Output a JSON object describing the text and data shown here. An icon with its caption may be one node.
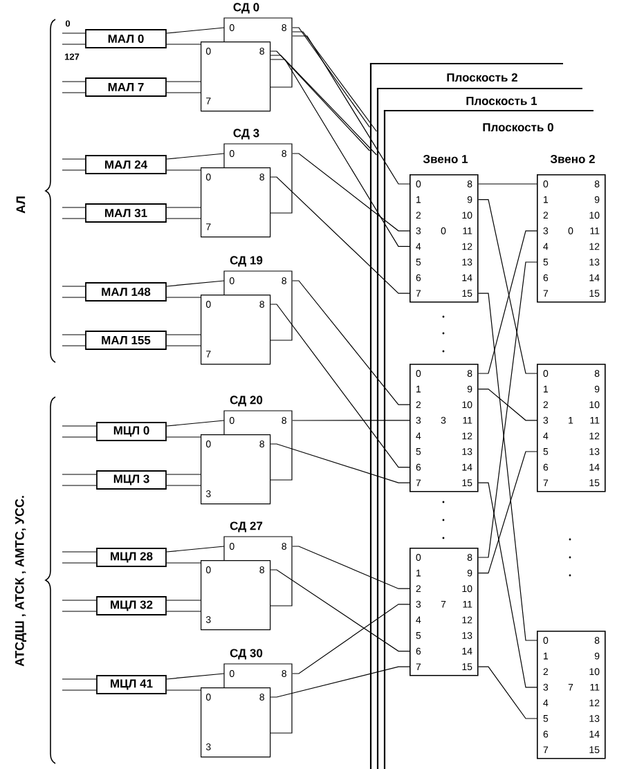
{
  "diagram": {
    "nodes": [
      {
        "text": [
          "МАЛ 0"
        ]
      },
      {
        "text": [
          "МАЛ 7"
        ]
      },
      {
        "text": [
          "СД 0",
          "0",
          "8"
        ]
      },
      {
        "text": [
          "0",
          "8",
          "7"
        ]
      },
      {
        "text": [
          "МАЛ 24"
        ]
      },
      {
        "text": [
          "МАЛ 31"
        ]
      },
      {
        "text": [
          "СД 3",
          "0",
          "8"
        ]
      },
      {
        "text": [
          "0",
          "8",
          "7"
        ]
      },
      {
        "text": [
          "МАЛ 148"
        ]
      },
      {
        "text": [
          "МАЛ 155"
        ]
      },
      {
        "text": [
          "СД 19",
          "0",
          "8"
        ]
      },
      {
        "text": [
          "0",
          "8",
          "7"
        ]
      },
      {
        "text": [
          "МЦЛ 0"
        ]
      },
      {
        "text": [
          "МЦЛ 3"
        ]
      },
      {
        "text": [
          "СД 20",
          "0",
          "8"
        ]
      },
      {
        "text": [
          "0",
          "8",
          "3"
        ]
      },
      {
        "text": [
          "МЦЛ 28"
        ]
      },
      {
        "text": [
          "МЦЛ 32"
        ]
      },
      {
        "text": [
          "СД 27",
          "0",
          "8"
        ]
      },
      {
        "text": [
          "0",
          "8",
          "3"
        ]
      },
      {
        "text": [
          "МЦЛ 41"
        ]
      },
      {
        "text": [
          "СД 30",
          "0",
          "8"
        ]
      },
      {
        "text": [
          "0",
          "8",
          "3"
        ]
      },
      {
        "text": [],
        "shape": "bar"
      },
      {
        "text": [],
        "shape": "bar"
      },
      {
        "text": [],
        "shape": "bar"
      },
      {
        "text": [
          "0",
          "1",
          "2",
          "3",
          "4",
          "5",
          "6",
          "7",
          "8",
          "9",
          "10",
          "11",
          "12",
          "13",
          "14",
          "15",
          "0"
        ]
      },
      {
        "text": [
          "0",
          "1",
          "2",
          "3",
          "4",
          "5",
          "6",
          "7",
          "8",
          "9",
          "10",
          "11",
          "12",
          "13",
          "14",
          "15",
          "0"
        ]
      },
      {
        "text": [
          "0",
          "1",
          "2",
          "3",
          "4",
          "5",
          "6",
          "7",
          "8",
          "9",
          "10",
          "11",
          "12",
          "13",
          "14",
          "15",
          "3"
        ]
      },
      {
        "text": [
          "0",
          "1",
          "2",
          "3",
          "4",
          "5",
          "6",
          "7",
          "8",
          "9",
          "10",
          "11",
          "12",
          "13",
          "14",
          "15",
          "1"
        ]
      },
      {
        "text": [
          "0",
          "1",
          "2",
          "3",
          "4",
          "5",
          "6",
          "7",
          "8",
          "9",
          "10",
          "11",
          "12",
          "13",
          "14",
          "15",
          "7"
        ]
      },
      {
        "text": [
          "0",
          "1",
          "2",
          "3",
          "4",
          "5",
          "6",
          "7",
          "8",
          "9",
          "10",
          "11",
          "12",
          "13",
          "14",
          "15",
          "7"
        ]
      }
    ],
    "edges": [
      {
        "from": null,
        "to": 0,
        "arrow": "none",
        "label": "0"
      },
      {
        "from": null,
        "to": 0,
        "arrow": "none",
        "label": "127"
      },
      {
        "from": null,
        "to": 1,
        "arrow": "none"
      },
      {
        "from": null,
        "to": 1,
        "arrow": "none"
      },
      {
        "from": null,
        "to": 4,
        "arrow": "none"
      },
      {
        "from": null,
        "to": 4,
        "arrow": "none"
      },
      {
        "from": null,
        "to": 5,
        "arrow": "none"
      },
      {
        "from": null,
        "to": 5,
        "arrow": "none"
      },
      {
        "from": null,
        "to": 8,
        "arrow": "none"
      },
      {
        "from": null,
        "to": 8,
        "arrow": "none"
      },
      {
        "from": null,
        "to": 9,
        "arrow": "none"
      },
      {
        "from": null,
        "to": 9,
        "arrow": "none"
      },
      {
        "from": null,
        "to": 12,
        "arrow": "none"
      },
      {
        "from": null,
        "to": 12,
        "arrow": "none"
      },
      {
        "from": null,
        "to": 13,
        "arrow": "none"
      },
      {
        "from": null,
        "to": 13,
        "arrow": "none"
      },
      {
        "from": null,
        "to": 16,
        "arrow": "none"
      },
      {
        "from": null,
        "to": 16,
        "arrow": "none"
      },
      {
        "from": null,
        "to": 17,
        "arrow": "none"
      },
      {
        "from": null,
        "to": 17,
        "arrow": "none"
      },
      {
        "from": null,
        "to": 20,
        "arrow": "none"
      },
      {
        "from": null,
        "to": 20,
        "arrow": "none"
      },
      {
        "from": 0,
        "to": 2,
        "arrow": "none"
      },
      {
        "from": 0,
        "to": 3,
        "arrow": "none"
      },
      {
        "from": 1,
        "to": 3,
        "arrow": "none"
      },
      {
        "from": 1,
        "to": 3,
        "arrow": "none"
      },
      {
        "from": 4,
        "to": 6,
        "arrow": "none"
      },
      {
        "from": 4,
        "to": 7,
        "arrow": "none"
      },
      {
        "from": 5,
        "to": 7,
        "arrow": "none"
      },
      {
        "from": 5,
        "to": 7,
        "arrow": "none"
      },
      {
        "from": 8,
        "to": 10,
        "arrow": "none"
      },
      {
        "from": 8,
        "to": 11,
        "arrow": "none"
      },
      {
        "from": 9,
        "to": 11,
        "arrow": "none"
      },
      {
        "from": 9,
        "to": 11,
        "arrow": "none"
      },
      {
        "from": 12,
        "to": 14,
        "arrow": "none"
      },
      {
        "from": 12,
        "to": 15,
        "arrow": "none"
      },
      {
        "from": 13,
        "to": 15,
        "arrow": "none"
      },
      {
        "from": 13,
        "to": 15,
        "arrow": "none"
      },
      {
        "from": 16,
        "to": 18,
        "arrow": "none"
      },
      {
        "from": 16,
        "to": 19,
        "arrow": "none"
      },
      {
        "from": 17,
        "to": 19,
        "arrow": "none"
      },
      {
        "from": 17,
        "to": 19,
        "arrow": "none"
      },
      {
        "from": 20,
        "to": 21,
        "arrow": "none"
      },
      {
        "from": 20,
        "to": 22,
        "arrow": "none"
      },
      {
        "from": 2,
        "to": 23,
        "arrow": "none"
      },
      {
        "from": 2,
        "to": 24,
        "arrow": "none"
      },
      {
        "from": 2,
        "to": 26,
        "arrow": "none"
      },
      {
        "from": 3,
        "to": 23,
        "arrow": "none"
      },
      {
        "from": 3,
        "to": 24,
        "arrow": "none"
      },
      {
        "from": 3,
        "to": 26,
        "arrow": "none"
      },
      {
        "from": 6,
        "to": 26,
        "arrow": "none"
      },
      {
        "from": 7,
        "to": 26,
        "arrow": "none"
      },
      {
        "from": 10,
        "to": 28,
        "arrow": "none"
      },
      {
        "from": 11,
        "to": 28,
        "arrow": "none"
      },
      {
        "from": 14,
        "to": 28,
        "arrow": "none"
      },
      {
        "from": 15,
        "to": 28,
        "arrow": "none"
      },
      {
        "from": 18,
        "to": 30,
        "arrow": "none"
      },
      {
        "from": 19,
        "to": 30,
        "arrow": "none"
      },
      {
        "from": 21,
        "to": 30,
        "arrow": "none"
      },
      {
        "from": 22,
        "to": 30,
        "arrow": "none"
      },
      {
        "from": 26,
        "to": 27,
        "arrow": "none"
      },
      {
        "from": 26,
        "to": 29,
        "arrow": "none"
      },
      {
        "from": 26,
        "to": 31,
        "arrow": "none"
      },
      {
        "from": 28,
        "to": 27,
        "arrow": "none"
      },
      {
        "from": 28,
        "to": 29,
        "arrow": "none"
      },
      {
        "from": 28,
        "to": 31,
        "arrow": "none"
      },
      {
        "from": 30,
        "to": 27,
        "arrow": "none"
      },
      {
        "from": 30,
        "to": 29,
        "arrow": "none"
      },
      {
        "from": 30,
        "to": 31,
        "arrow": "none"
      }
    ],
    "labels": [
      "Плоскость 2",
      "Плоскость 1",
      "Плоскость 0",
      "Звено 1",
      "Звено 2",
      "АЛ",
      "АТСДШ , АТСК , АМТС, УСС."
    ]
  }
}
